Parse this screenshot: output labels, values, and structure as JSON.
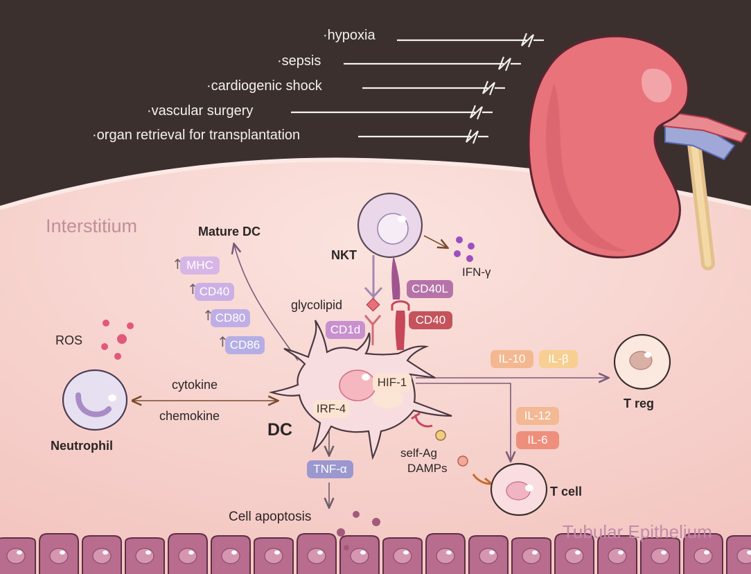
{
  "causes": [
    "·hypoxia",
    "·sepsis",
    "·cardiogenic shock",
    "·vascular surgery",
    "·organ retrieval for transplantation"
  ],
  "regions": {
    "interstitium": "Interstitium",
    "tubular_epithelium": "Tubular Epithelium"
  },
  "cells": {
    "mature_dc": "Mature DC",
    "nkt": "NKT",
    "dc": "DC",
    "neutrophil": "Neutrophil",
    "t_reg": "T reg",
    "t_cell": "T cell"
  },
  "molecules": {
    "mhc": "MHC",
    "cd40": "CD40",
    "cd80": "CD80",
    "cd86": "CD86",
    "ifn_gamma": "IFN-γ",
    "cd40l": "CD40L",
    "cd40_nkt": "CD40",
    "cd1d": "CD1d",
    "glycolipid": "glycolipid",
    "ros": "ROS",
    "hif1": "HIF-1",
    "irf4": "IRF-4",
    "tnf_alpha": "TNF-α",
    "il10": "IL-10",
    "il_beta": "IL-β",
    "il12": "IL-12",
    "il6": "IL-6"
  },
  "labels": {
    "cytokine": "cytokine",
    "chemokine": "chemokine",
    "self_ag": "self-Ag",
    "damps": "DAMPs",
    "cell_apoptosis": "Cell apoptosis"
  },
  "colors": {
    "background_dark": "#3b302e",
    "interstitium": "#f7d3cd",
    "kidney": "#e8737a",
    "dc_body": "#f8dde0",
    "pill_purple": "#c9a6db",
    "pill_lavender": "#b9b1e2",
    "pill_red": "#c4535c",
    "pill_orange": "#f2b58e",
    "pill_salmon": "#ee8f7c",
    "tubule_cell": "#b86d8e"
  }
}
